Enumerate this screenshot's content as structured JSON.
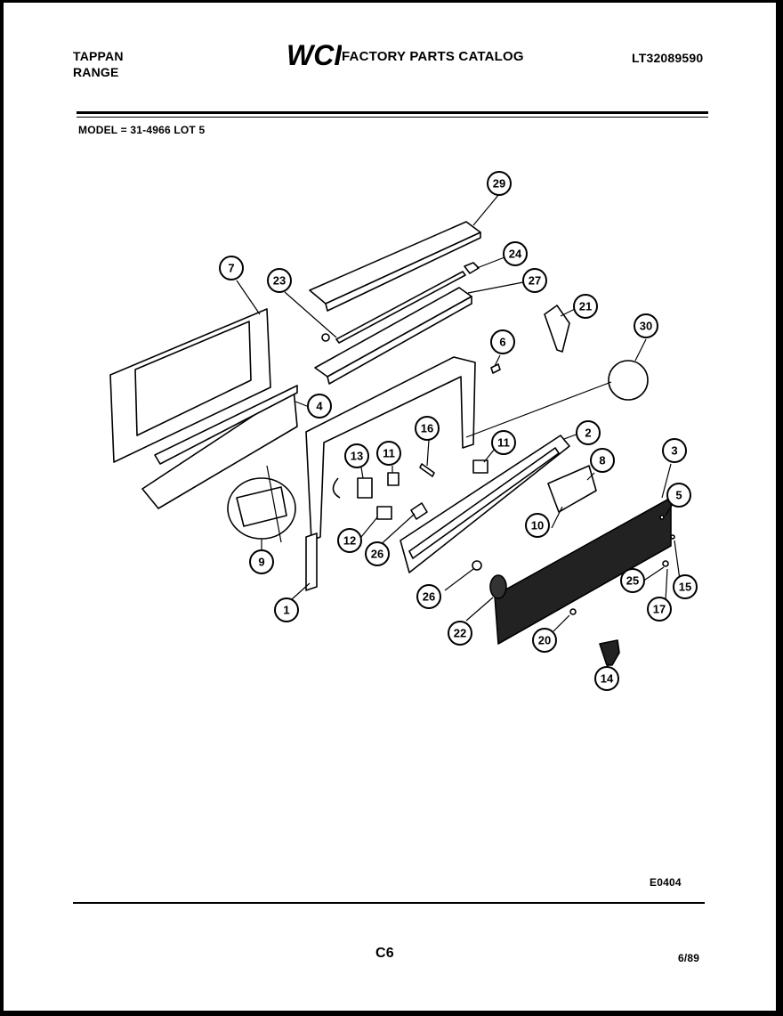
{
  "header": {
    "brand": "TAPPAN",
    "product": "RANGE",
    "logo_text": "WCI",
    "catalog_title": "FACTORY PARTS CATALOG",
    "document_number": "LT32089590"
  },
  "model_line": "MODEL = 31-4966 LOT 5",
  "diagram": {
    "callouts": [
      {
        "id": "c29",
        "label": "29"
      },
      {
        "id": "c24",
        "label": "24"
      },
      {
        "id": "c27",
        "label": "27"
      },
      {
        "id": "c23",
        "label": "23"
      },
      {
        "id": "c7",
        "label": "7"
      },
      {
        "id": "c21",
        "label": "21"
      },
      {
        "id": "c30",
        "label": "30"
      },
      {
        "id": "c6",
        "label": "6"
      },
      {
        "id": "c4",
        "label": "4"
      },
      {
        "id": "c16",
        "label": "16"
      },
      {
        "id": "c11a",
        "label": "11"
      },
      {
        "id": "c11b",
        "label": "11"
      },
      {
        "id": "c2",
        "label": "2"
      },
      {
        "id": "c13",
        "label": "13"
      },
      {
        "id": "c3",
        "label": "3"
      },
      {
        "id": "c8",
        "label": "8"
      },
      {
        "id": "c5",
        "label": "5"
      },
      {
        "id": "c10",
        "label": "10"
      },
      {
        "id": "c12",
        "label": "12"
      },
      {
        "id": "c26a",
        "label": "26"
      },
      {
        "id": "c9",
        "label": "9"
      },
      {
        "id": "c26b",
        "label": "26"
      },
      {
        "id": "c25",
        "label": "25"
      },
      {
        "id": "c15",
        "label": "15"
      },
      {
        "id": "c1",
        "label": "1"
      },
      {
        "id": "c17",
        "label": "17"
      },
      {
        "id": "c22",
        "label": "22"
      },
      {
        "id": "c20",
        "label": "20"
      },
      {
        "id": "c14",
        "label": "14"
      }
    ]
  },
  "footer": {
    "drawing_code": "E0404",
    "page": "C6",
    "date": "6/89"
  }
}
